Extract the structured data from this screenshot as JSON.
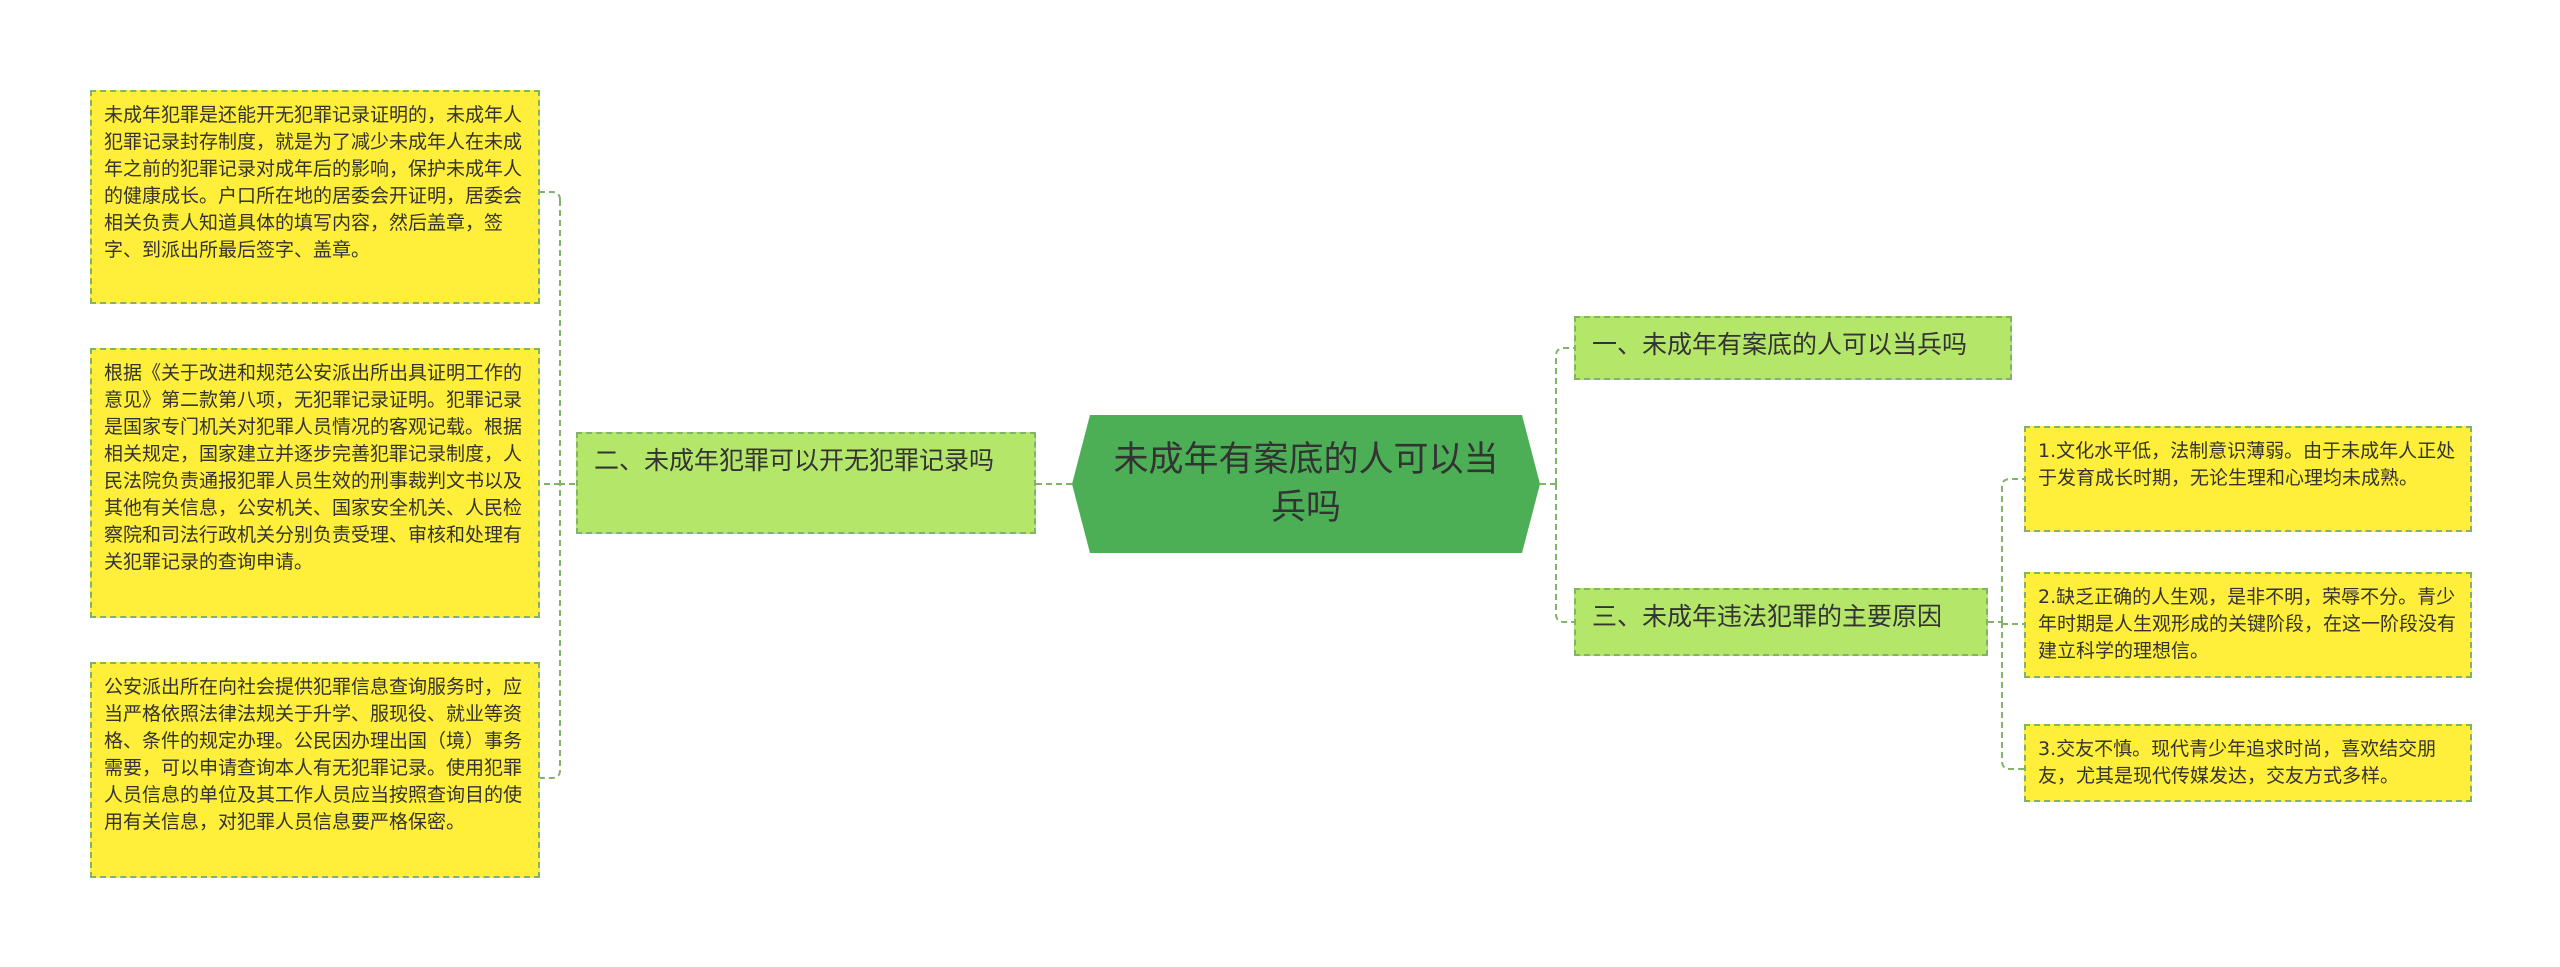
{
  "root": {
    "label": "未成年有案底的人可以当兵吗"
  },
  "left_branch": {
    "label": "二、未成年犯罪可以开无犯罪记录吗",
    "leaves": [
      "未成年犯罪是还能开无犯罪记录证明的，未成年人犯罪记录封存制度，就是为了减少未成年人在未成年之前的犯罪记录对成年后的影响，保护未成年人的健康成长。户口所在地的居委会开证明，居委会相关负责人知道具体的填写内容，然后盖章，签字、到派出所最后签字、盖章。",
      "根据《关于改进和规范公安派出所出具证明工作的意见》第二款第八项，无犯罪记录证明。犯罪记录是国家专门机关对犯罪人员情况的客观记载。根据相关规定，国家建立并逐步完善犯罪记录制度，人民法院负责通报犯罪人员生效的刑事裁判文书以及其他有关信息，公安机关、国家安全机关、人民检察院和司法行政机关分别负责受理、审核和处理有关犯罪记录的查询申请。",
      "公安派出所在向社会提供犯罪信息查询服务时，应当严格依照法律法规关于升学、服现役、就业等资格、条件的规定办理。公民因办理出国（境）事务需要，可以申请查询本人有无犯罪记录。使用犯罪人员信息的单位及其工作人员应当按照查询目的使用有关信息，对犯罪人员信息要严格保密。"
    ]
  },
  "right_branches": [
    {
      "label": "一、未成年有案底的人可以当兵吗",
      "leaves": []
    },
    {
      "label": "三、未成年违法犯罪的主要原因",
      "leaves": [
        "1.文化水平低，法制意识薄弱。由于未成年人正处于发育成长时期，无论生理和心理均未成熟。",
        "2.缺乏正确的人生观，是非不明，荣辱不分。青少年时期是人生观形成的关键阶段，在这一阶段没有建立科学的理想信。",
        "3.交友不慎。现代青少年追求时尚，喜欢结交朋友，尤其是现代传媒发达，交友方式多样。"
      ]
    }
  ],
  "colors": {
    "root_fill": "#4caf55",
    "branch_fill": "#b4e66a",
    "leaf_fill": "#ffef3a",
    "connector": "#82b36a"
  }
}
